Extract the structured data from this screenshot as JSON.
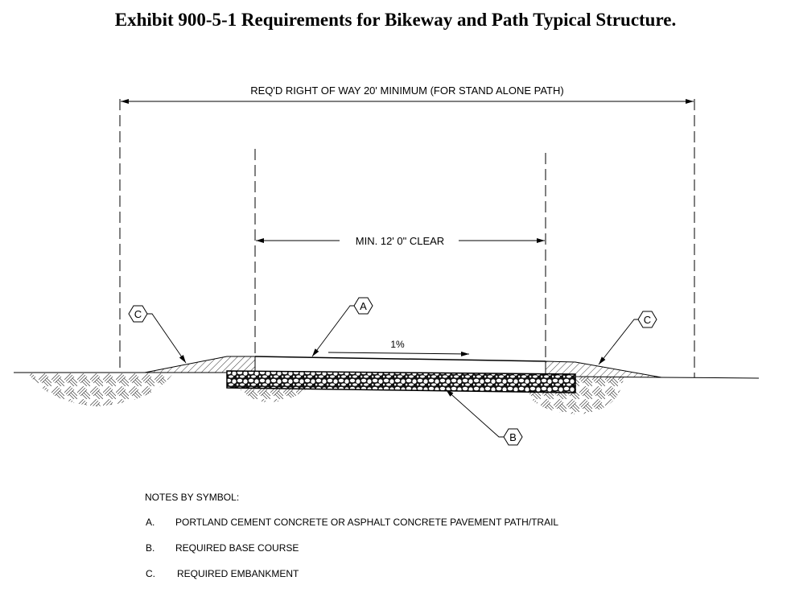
{
  "title": "Exhibit 900-5-1 Requirements for Bikeway and Path Typical Structure.",
  "diagram": {
    "right_of_way_label": "REQ'D RIGHT OF WAY 20' MINIMUM (FOR STAND ALONE PATH)",
    "clear_width_label": "MIN. 12' 0\" CLEAR",
    "slope_label": "1%",
    "symbols": {
      "a": "A",
      "b": "B",
      "c_left": "C",
      "c_right": "C"
    }
  },
  "notes": {
    "heading": "NOTES BY SYMBOL:",
    "items": [
      {
        "symbol": "A.",
        "text": "PORTLAND CEMENT CONCRETE OR ASPHALT CONCRETE PAVEMENT PATH/TRAIL"
      },
      {
        "symbol": "B.",
        "text": "REQUIRED BASE COURSE"
      },
      {
        "symbol": "C.",
        "text": "REQUIRED EMBANKMENT"
      }
    ]
  }
}
